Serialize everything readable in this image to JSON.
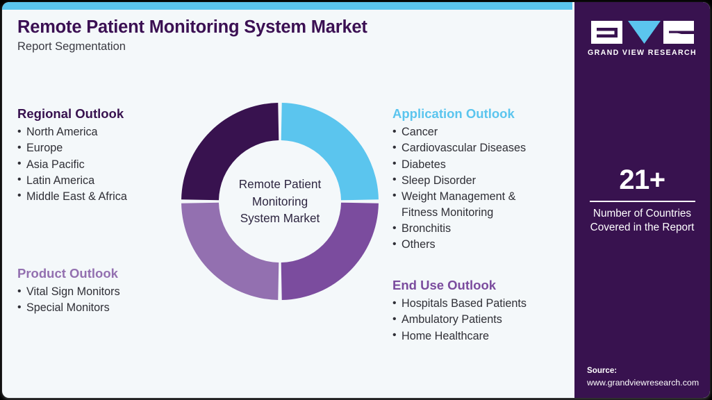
{
  "header": {
    "title": "Remote Patient Monitoring System Market",
    "subtitle": "Report Segmentation"
  },
  "colors": {
    "accent_blue": "#5bc5ee",
    "dark_purple": "#38124f",
    "title_purple": "#3b1053",
    "mid_purple": "#7b4c9e",
    "light_purple": "#9370b0",
    "card_bg": "#f4f8fa"
  },
  "donut": {
    "center_label": "Remote Patient\nMonitoring\nSystem Market",
    "center_lines": [
      "Remote Patient",
      "Monitoring",
      "System Market"
    ]
  },
  "chart_data": {
    "type": "pie",
    "title": "Remote Patient Monitoring System Market",
    "subtitle": "Report Segmentation",
    "categories": [
      "Application Outlook",
      "End Use Outlook",
      "Product Outlook",
      "Regional Outlook"
    ],
    "values": [
      25,
      25,
      25,
      25
    ],
    "colors": [
      "#5bc5ee",
      "#7b4c9e",
      "#9370b0",
      "#38124f"
    ],
    "hole": 0.62,
    "legend": "none",
    "annotations": [
      "Remote Patient Monitoring System Market"
    ]
  },
  "outlooks": [
    {
      "id": "regional",
      "heading": "Regional Outlook",
      "heading_color": "#38124f",
      "items": [
        "North America",
        "Europe",
        "Asia Pacific",
        "Latin America",
        "Middle East & Africa"
      ]
    },
    {
      "id": "product",
      "heading": "Product Outlook",
      "heading_color": "#9370b0",
      "items": [
        "Vital Sign Monitors",
        "Special Monitors"
      ]
    },
    {
      "id": "application",
      "heading": "Application Outlook",
      "heading_color": "#5bc5ee",
      "items": [
        "Cancer",
        "Cardiovascular Diseases",
        "Diabetes",
        "Sleep Disorder",
        "Weight Management &\nFitness Monitoring",
        "Bronchitis",
        "Others"
      ]
    },
    {
      "id": "enduse",
      "heading": "End Use Outlook",
      "heading_color": "#7b4c9e",
      "items": [
        "Hospitals Based Patients",
        "Ambulatory Patients",
        "Home Healthcare"
      ]
    }
  ],
  "side_panel": {
    "logo_text": "GRAND VIEW RESEARCH",
    "logo_icon": "gvr-logo-icon",
    "stat_number": "21+",
    "stat_caption": "Number of Countries\nCovered in the Report",
    "source_label": "Source:",
    "source_url": "www.grandviewresearch.com"
  }
}
